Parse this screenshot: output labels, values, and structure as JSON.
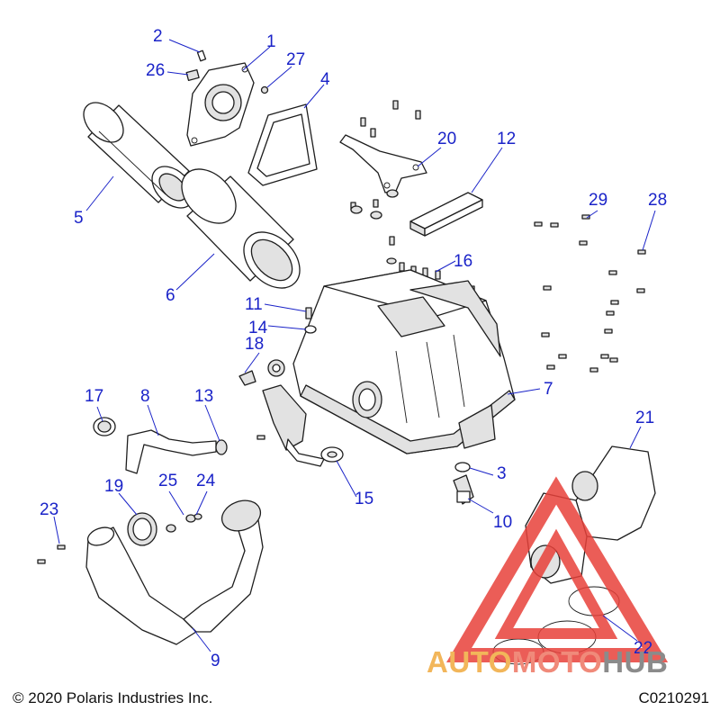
{
  "callouts": {
    "c1": "1",
    "c2": "2",
    "c3": "3",
    "c4": "4",
    "c5": "5",
    "c6": "6",
    "c7": "7",
    "c8": "8",
    "c9": "9",
    "c10": "10",
    "c11": "11",
    "c12": "12",
    "c13": "13",
    "c14": "14",
    "c15": "15",
    "c16": "16",
    "c17": "17",
    "c18": "18",
    "c19": "19",
    "c20": "20",
    "c21": "21",
    "c22": "22",
    "c23": "23",
    "c24": "24",
    "c25": "25",
    "c26": "26",
    "c27": "27",
    "c28": "28",
    "c29": "29"
  },
  "footer": {
    "copyright": "© 2020 Polaris Industries Inc.",
    "drawing_id": "C0210291"
  },
  "watermark": {
    "part_a": "AUTO",
    "part_b": "MOTO",
    "part_c": "HUB",
    "colors": {
      "auto": "#f2b65a",
      "moto": "#f08a7a",
      "hub": "#8b8b8b",
      "triangle": "#e8413a"
    }
  }
}
